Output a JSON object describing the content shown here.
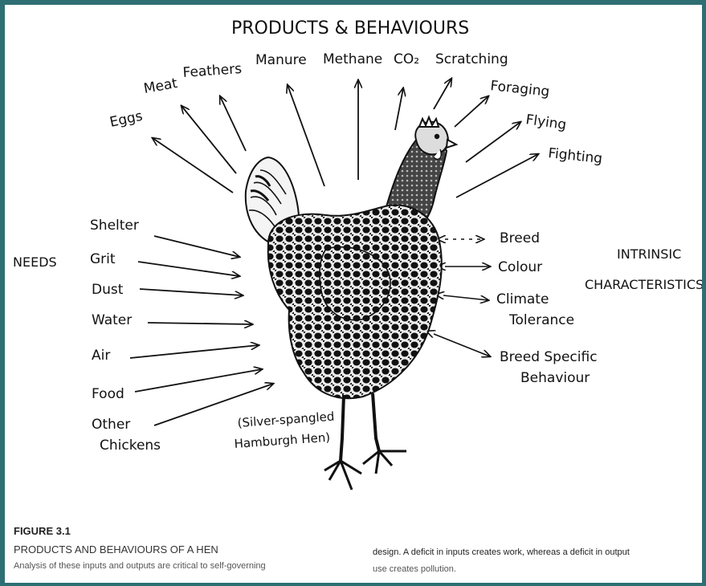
{
  "title": "PRODUCTS & BEHAVIOURS",
  "products": {
    "eggs": "Eggs",
    "meat": "Meat",
    "feathers": "Feathers",
    "manure": "Manure",
    "methane": "Methane",
    "co2": "CO₂",
    "scratching": "Scratching",
    "foraging": "Foraging",
    "flying": "Flying",
    "fighting": "Fighting"
  },
  "needs": {
    "label": "NEEDS",
    "items": [
      "Shelter",
      "Grit",
      "Dust",
      "Water",
      "Air",
      "Food",
      "Other",
      "Chickens"
    ]
  },
  "intrinsic": {
    "label_line1": "INTRINSIC",
    "label_line2": "CHARACTERISTICS",
    "items": [
      "Breed",
      "Colour",
      "Climate",
      "Tolerance",
      "Breed Specific",
      "Behaviour"
    ]
  },
  "hen_label": {
    "line1": "(Silver-spangled",
    "line2": "Hamburgh Hen)"
  },
  "caption": {
    "figure_number": "FIGURE 3.1",
    "figure_title": "PRODUCTS AND BEHAVIOURS OF A HEN",
    "left_text": "Analysis of these inputs and outputs are critical to self-governing",
    "right_text_1": "design.  A deficit in inputs creates work, whereas a deficit in output",
    "right_text_2": "use creates pollution."
  },
  "colors": {
    "frame": "#2e6f73",
    "ink": "#111111"
  }
}
